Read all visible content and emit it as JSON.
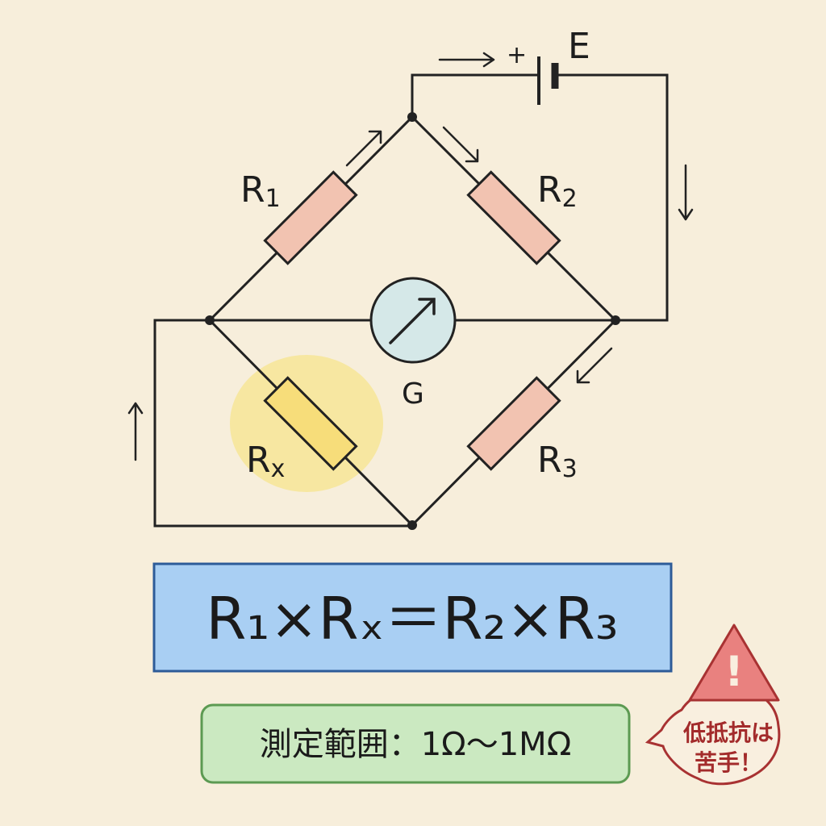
{
  "circuit": {
    "battery_label": "E",
    "battery_plus": "+",
    "resistors": [
      {
        "id": "r1",
        "main": "R",
        "sub": "1",
        "color": "#f2c3b1"
      },
      {
        "id": "r2",
        "main": "R",
        "sub": "2",
        "color": "#f2c3b1"
      },
      {
        "id": "rx",
        "main": "R",
        "sub": "x",
        "color": "#f7dd7a"
      },
      {
        "id": "r3",
        "main": "R",
        "sub": "3",
        "color": "#f2c3b1"
      }
    ],
    "galvanometer_label": "G"
  },
  "formula": {
    "text": "R₁×Rₓ＝R₂×R₃",
    "color": "#a9cff3"
  },
  "range": {
    "text": "測定範囲：1Ω～1MΩ",
    "color": "#cbe9c1"
  },
  "warning": {
    "icon": "!",
    "line1": "低抵抗は",
    "line2": "苦手！",
    "color": "#e9817f"
  }
}
